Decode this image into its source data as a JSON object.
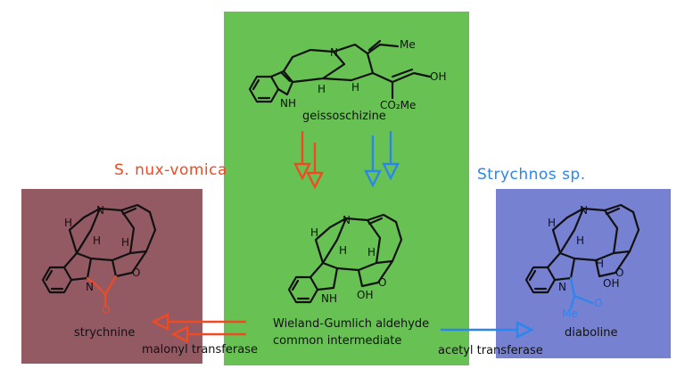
{
  "headers": {
    "left": "S. nux-vomica",
    "right": "Strychnos sp."
  },
  "colors": {
    "green_panel": "#67c253",
    "left_panel": "#935a64",
    "right_panel": "#7781d2",
    "red": "#f04a23",
    "blue": "#2a86ef"
  },
  "compounds": {
    "top": "geissoschizine",
    "center_line1": "Wieland-Gumlich aldehyde",
    "center_line2": "common intermediate",
    "left": "strychnine",
    "right": "diaboline"
  },
  "enzymes": {
    "left": "malonyl transferase",
    "right": "acetyl transferase"
  },
  "atoms": {
    "N": "N",
    "NH": "NH",
    "H": "H",
    "Me": "Me",
    "OH": "OH",
    "O": "O",
    "CO2Me": "CO₂Me"
  }
}
